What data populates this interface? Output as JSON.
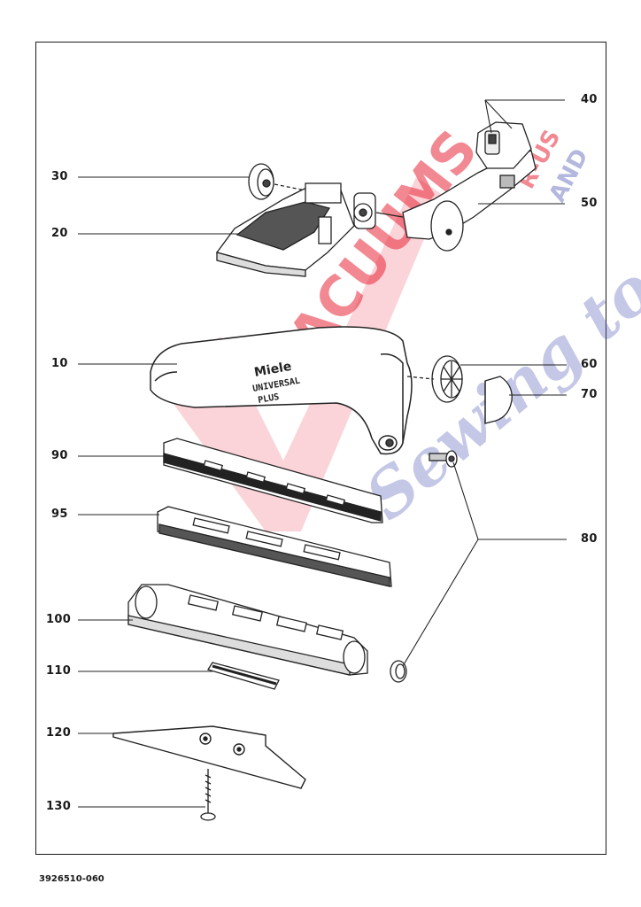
{
  "document": {
    "number": "3926510-060"
  },
  "watermark": {
    "brand_main": "VACUUMS",
    "brand_mid": "R-US",
    "brand_and": "AND",
    "brand_sub": "Sewing tools",
    "red_color": "#e8283a",
    "blue_color": "#5a62b8"
  },
  "product_label": {
    "line1": "Miele",
    "line2": "UNIVERSAL",
    "line3": "PLUS"
  },
  "parts": {
    "p10": "10",
    "p20": "20",
    "p30": "30",
    "p40": "40",
    "p50": "50",
    "p60": "60",
    "p70": "70",
    "p80": "80",
    "p90": "90",
    "p95": "95",
    "p100": "100",
    "p110": "110",
    "p120": "120",
    "p130": "130"
  }
}
